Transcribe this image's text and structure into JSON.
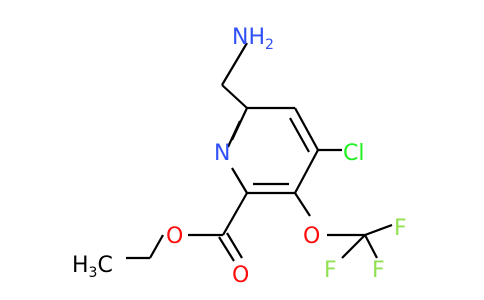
{
  "molecule": {
    "atoms": {
      "amine": {
        "text": "NH",
        "sub": "2",
        "color": "#3050F8"
      },
      "ring_n": {
        "text": "N",
        "color": "#3050F8"
      },
      "chlorine": {
        "text": "Cl",
        "color": "#1FF01F"
      },
      "ether_o": {
        "text": "O",
        "color": "#FF0D0D"
      },
      "ester_o": {
        "text": "O",
        "color": "#FF0D0D"
      },
      "carbonyl_o": {
        "text": "O",
        "color": "#FF0D0D"
      },
      "fluorine_1": {
        "text": "F",
        "color": "#90E050"
      },
      "fluorine_2": {
        "text": "F",
        "color": "#90E050"
      },
      "fluorine_3": {
        "text": "F",
        "color": "#90E050"
      },
      "methyl": {
        "text": "H",
        "sub": "3",
        "tail": "C",
        "color": "#000000"
      }
    },
    "bond_color": "#000000"
  }
}
